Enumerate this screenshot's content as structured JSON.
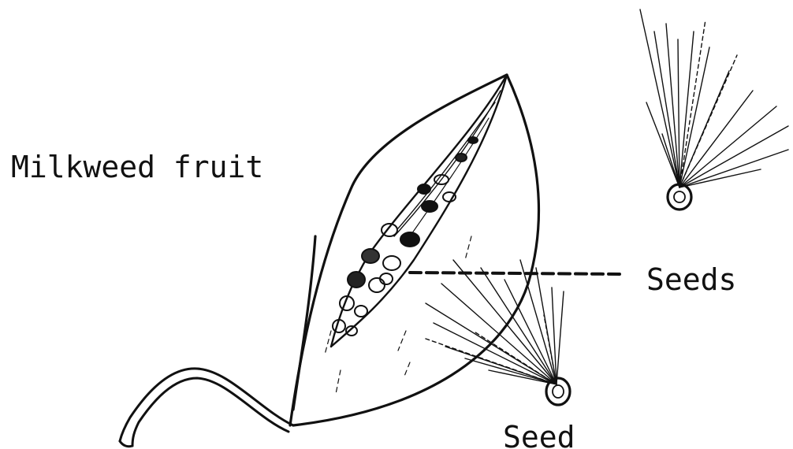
{
  "labels": {
    "fruit": "Milkweed fruit",
    "seeds": "Seeds",
    "seed": "Seed"
  },
  "colors": {
    "ink": "#111111",
    "background": "#ffffff"
  }
}
